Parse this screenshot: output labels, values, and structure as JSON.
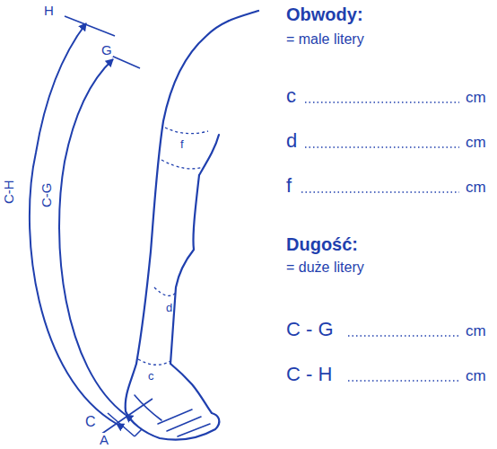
{
  "diagram": {
    "labels": [
      "H",
      "G",
      "C-H",
      "C-G",
      "f",
      "d",
      "c",
      "C",
      "A",
      "Obwody:",
      "= male litery",
      "c",
      "cm",
      "d",
      "cm",
      "f",
      "cm",
      "Dugość:",
      "= duże litery",
      "C - G",
      "cm",
      "C - H",
      "cm"
    ]
  }
}
